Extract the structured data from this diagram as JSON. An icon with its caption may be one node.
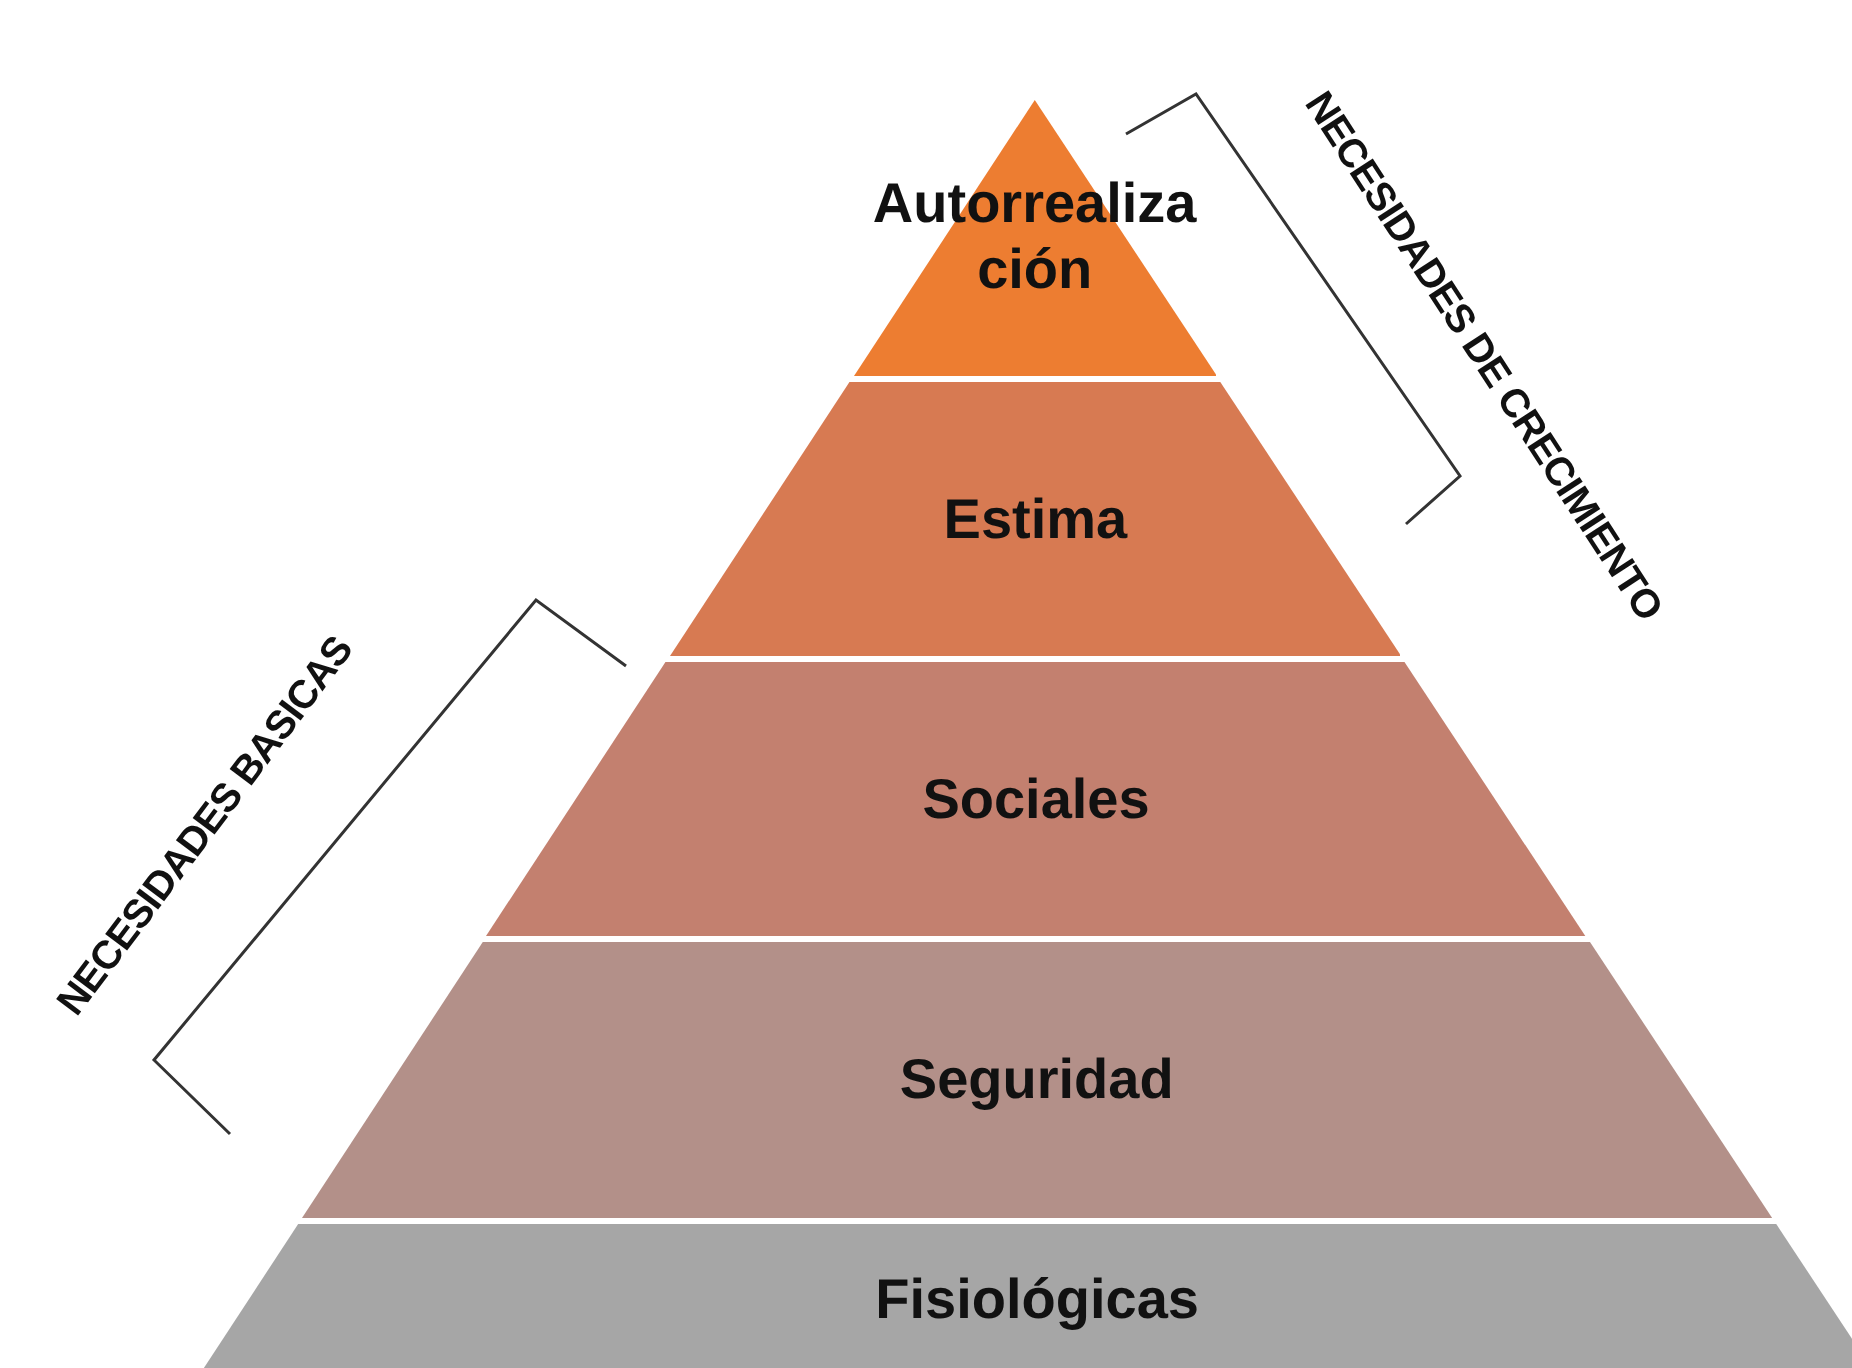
{
  "diagram": {
    "nodes": [
      {
        "text": [
          "Autorrealización"
        ]
      },
      {
        "text": [
          "Estima"
        ]
      },
      {
        "text": [
          "Sociales"
        ]
      },
      {
        "text": [
          "Seguridad"
        ]
      },
      {
        "text": [
          "Fisiológicas"
        ]
      }
    ],
    "labels": [
      "NECESIDADES DE CRECIMIENTO",
      "NECESIDADES BASICAS"
    ]
  }
}
